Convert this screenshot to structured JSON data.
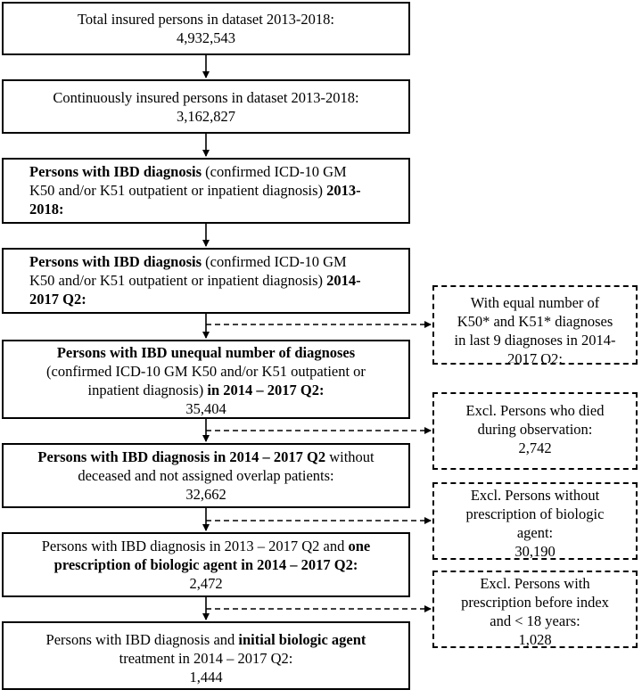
{
  "boxes": [
    {
      "lines": [
        [
          {
            "t": "Total insured persons in dataset 2013-2018:"
          }
        ],
        [
          {
            "t": "4,932,543"
          }
        ]
      ]
    },
    {
      "lines": [
        [
          {
            "t": "Continuously insured persons in dataset 2013-2018:"
          }
        ],
        [
          {
            "t": "3,162,827"
          }
        ]
      ]
    },
    {
      "lines": [
        [
          {
            "t": "Persons with IBD diagnosis",
            "b": true
          },
          {
            "t": " (confirmed ICD-10 GM"
          }
        ],
        [
          {
            "t": "K50 and/or K51 outpatient or inpatient diagnosis) "
          },
          {
            "t": "2013-",
            "b": true
          }
        ],
        [
          {
            "t": "2018:",
            "b": true
          }
        ]
      ]
    },
    {
      "lines": [
        [
          {
            "t": "Persons with IBD diagnosis",
            "b": true
          },
          {
            "t": " (confirmed ICD-10 GM"
          }
        ],
        [
          {
            "t": "K50 and/or K51 outpatient or inpatient diagnosis) "
          },
          {
            "t": "2014-",
            "b": true
          }
        ],
        [
          {
            "t": "2017 Q2:",
            "b": true
          }
        ]
      ]
    },
    {
      "lines": [
        [
          {
            "t": "Persons with IBD unequal number of diagnoses",
            "b": true
          }
        ],
        [
          {
            "t": "(confirmed ICD-10 GM K50 and/or K51 outpatient or"
          }
        ],
        [
          {
            "t": "inpatient diagnosis) "
          },
          {
            "t": "in 2014 – 2017 Q2:",
            "b": true
          }
        ],
        [
          {
            "t": "35,404"
          }
        ]
      ]
    },
    {
      "lines": [
        [
          {
            "t": "Persons with IBD diagnosis in 2014 – 2017 Q2",
            "b": true
          },
          {
            "t": " without"
          }
        ],
        [
          {
            "t": "deceased and not assigned overlap patients:"
          }
        ],
        [
          {
            "t": "32,662"
          }
        ]
      ]
    },
    {
      "lines": [
        [
          {
            "t": "Persons with IBD diagnosis in 2013 – 2017 Q2 and "
          },
          {
            "t": "one",
            "b": true
          }
        ],
        [
          {
            "t": "prescription of biologic agent in 2014 – 2017 Q2:",
            "b": true
          }
        ],
        [
          {
            "t": "2,472"
          }
        ]
      ]
    },
    {
      "lines": [
        [
          {
            "t": "Persons with IBD diagnosis and "
          },
          {
            "t": "initial biologic agent",
            "b": true
          }
        ],
        [
          {
            "t": "treatment in 2014 – 2017 Q2:"
          }
        ],
        [
          {
            "t": "1,444"
          }
        ]
      ]
    }
  ],
  "side_boxes": [
    {
      "lines": [
        [
          {
            "t": "With equal number of"
          }
        ],
        [
          {
            "t": "K50* and K51* diagnoses"
          }
        ],
        [
          {
            "t": "in last 9 diagnoses in 2014-"
          }
        ],
        [
          {
            "t": "2017 Q2:"
          }
        ]
      ]
    },
    {
      "lines": [
        [
          {
            "t": "Excl. Persons who died"
          }
        ],
        [
          {
            "t": "during observation:"
          }
        ],
        [
          {
            "t": "2,742"
          }
        ]
      ]
    },
    {
      "lines": [
        [
          {
            "t": "Excl. Persons without"
          }
        ],
        [
          {
            "t": "prescription of biologic"
          }
        ],
        [
          {
            "t": "agent:"
          }
        ],
        [
          {
            "t": "30,190"
          }
        ]
      ]
    },
    {
      "lines": [
        [
          {
            "t": "Excl. Persons with"
          }
        ],
        [
          {
            "t": "prescription before index"
          }
        ],
        [
          {
            "t": "and < 18 years:"
          }
        ],
        [
          {
            "t": "1,028"
          }
        ]
      ]
    }
  ]
}
